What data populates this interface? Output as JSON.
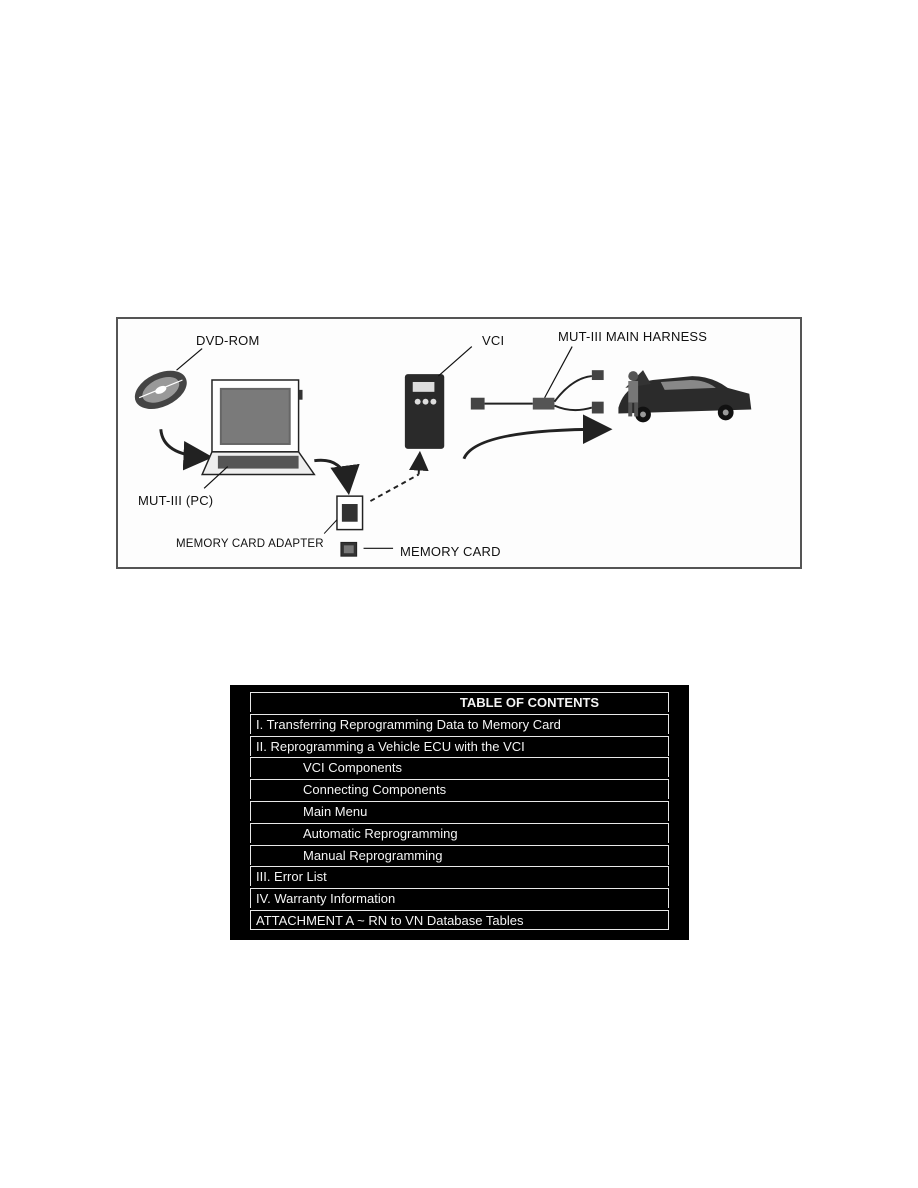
{
  "diagram": {
    "labels": {
      "dvd_rom": "DVD-ROM",
      "vci": "VCI",
      "main_harness": "MUT-III MAIN HARNESS",
      "pc": "MUT-III (PC)",
      "card_adapter": "MEMORY CARD ADAPTER",
      "memory_card": "MEMORY CARD"
    }
  },
  "toc": {
    "title": "TABLE OF CONTENTS",
    "items": [
      {
        "label": "I. Transferring Reprogramming Data to Memory Card",
        "level": 0
      },
      {
        "label": "II. Reprogramming a Vehicle ECU with the VCI",
        "level": 0
      },
      {
        "label": "VCI Components",
        "level": 1
      },
      {
        "label": "Connecting Components",
        "level": 1
      },
      {
        "label": "Main Menu",
        "level": 1
      },
      {
        "label": "Automatic Reprogramming",
        "level": 1
      },
      {
        "label": "Manual Reprogramming",
        "level": 1
      },
      {
        "label": "III. Error List",
        "level": 0
      },
      {
        "label": "IV. Warranty Information",
        "level": 0
      },
      {
        "label": "ATTACHMENT A ~  RN to VN Database Tables",
        "level": 0
      }
    ]
  }
}
